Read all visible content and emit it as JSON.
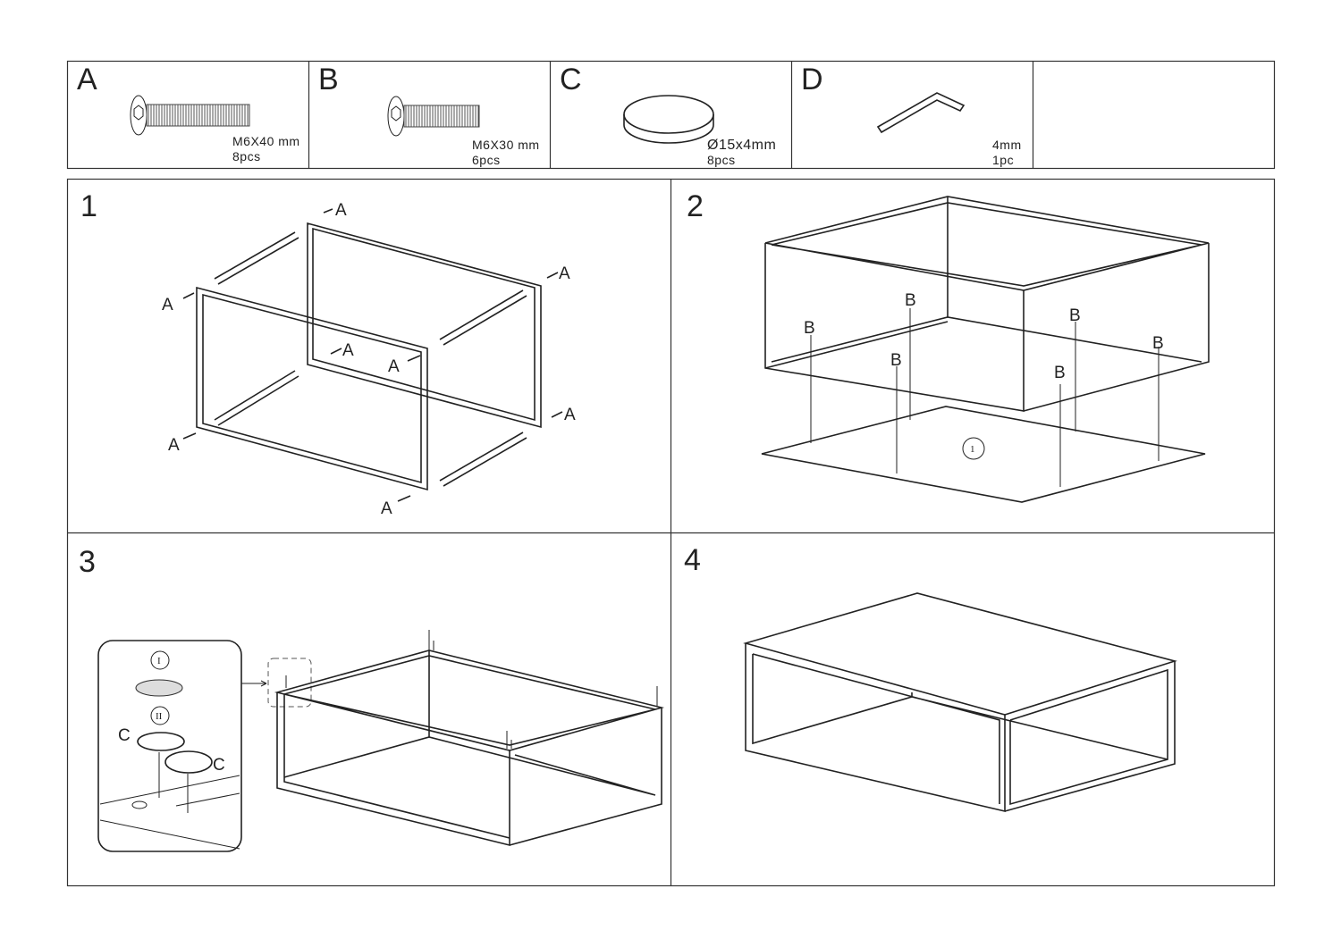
{
  "parts": [
    {
      "letter": "A",
      "spec": "M6X40 mm",
      "qty": "8pcs",
      "icon": "long-screw-icon"
    },
    {
      "letter": "B",
      "spec": "M6X30 mm",
      "qty": "6pcs",
      "icon": "short-screw-icon"
    },
    {
      "letter": "C",
      "spec": "Ø15x4mm",
      "qty": "8pcs",
      "icon": "felt-pad-icon"
    },
    {
      "letter": "D",
      "spec": "4mm",
      "qty": "1pc",
      "icon": "allen-key-icon"
    }
  ],
  "steps": [
    {
      "number": "1",
      "part_label": "A"
    },
    {
      "number": "2",
      "part_label": "B",
      "board_marker": "1"
    },
    {
      "number": "3",
      "part_label": "C",
      "substep_1": "I",
      "substep_2": "II"
    },
    {
      "number": "4"
    }
  ]
}
